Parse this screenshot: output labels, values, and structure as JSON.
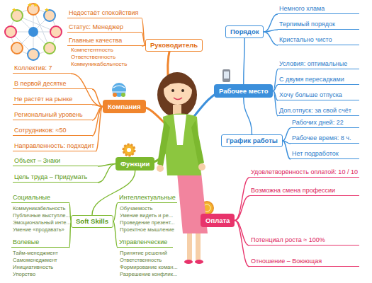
{
  "diagram": {
    "nodes": [
      {
        "text": [
          "Руководитель"
        ]
      },
      {
        "text": [
          "Недостаёт спокойствия"
        ]
      },
      {
        "text": [
          "Статус: Менеджер"
        ]
      },
      {
        "text": [
          "Главные качества"
        ]
      },
      {
        "text": [
          "Компания"
        ]
      },
      {
        "text": [
          "Коллектив: 7"
        ]
      },
      {
        "text": [
          "В первой десятке"
        ]
      },
      {
        "text": [
          "Не растёт на рынке"
        ]
      },
      {
        "text": [
          "Региональный уровень"
        ]
      },
      {
        "text": [
          "Сотрудников: ≈50"
        ]
      },
      {
        "text": [
          "Направленность: подходит"
        ]
      },
      {
        "text": [
          "Функции"
        ]
      },
      {
        "text": [
          "Объект – Знаки"
        ]
      },
      {
        "text": [
          "Цель труда – Придумать"
        ]
      },
      {
        "text": [
          "Soft Skills"
        ]
      },
      {
        "text": [
          "Социальные"
        ]
      },
      {
        "text": [
          "Волевые"
        ]
      },
      {
        "text": [
          "Интеллектуальные"
        ]
      },
      {
        "text": [
          "Управленческие"
        ]
      },
      {
        "text": [
          "Рабочее место"
        ]
      },
      {
        "text": [
          "Порядок"
        ]
      },
      {
        "text": [
          "Немного хлама"
        ]
      },
      {
        "text": [
          "Терпимый порядок"
        ]
      },
      {
        "text": [
          "Кристально чисто"
        ]
      },
      {
        "text": [
          "Условия: оптимальные"
        ]
      },
      {
        "text": [
          "С двумя пересадками"
        ]
      },
      {
        "text": [
          "Хочу больше отпуска"
        ]
      },
      {
        "text": [
          "Доп.отпуск: за свой счёт"
        ]
      },
      {
        "text": [
          "График работы"
        ]
      },
      {
        "text": [
          "Рабочих дней: 22"
        ]
      },
      {
        "text": [
          "Рабочее время: 8 ч."
        ]
      },
      {
        "text": [
          "Нет подработок"
        ]
      },
      {
        "text": [
          "Оплата"
        ]
      },
      {
        "text": [
          "Удовлетворённость оплатой: 10 / 10"
        ]
      },
      {
        "text": [
          "Возможна смена профессии"
        ]
      },
      {
        "text": [
          "Потенциал роста ≈ 100%"
        ]
      },
      {
        "text": [
          "Отношение – Воюющая"
        ]
      }
    ],
    "edges": [
      {
        "from": 0,
        "to": 1,
        "arrow": "none"
      },
      {
        "from": 0,
        "to": 2,
        "arrow": "none"
      },
      {
        "from": 0,
        "to": 3,
        "arrow": "none"
      },
      {
        "from": 4,
        "to": 5,
        "arrow": "none"
      },
      {
        "from": 4,
        "to": 6,
        "arrow": "none"
      },
      {
        "from": 4,
        "to": 7,
        "arrow": "none"
      },
      {
        "from": 4,
        "to": 8,
        "arrow": "none"
      },
      {
        "from": 4,
        "to": 9,
        "arrow": "none"
      },
      {
        "from": 4,
        "to": 10,
        "arrow": "none"
      },
      {
        "from": 11,
        "to": 12,
        "arrow": "none"
      },
      {
        "from": 11,
        "to": 13,
        "arrow": "none"
      },
      {
        "from": 11,
        "to": 14,
        "arrow": "none"
      },
      {
        "from": 14,
        "to": 15,
        "arrow": "none"
      },
      {
        "from": 14,
        "to": 16,
        "arrow": "none"
      },
      {
        "from": 14,
        "to": 17,
        "arrow": "none"
      },
      {
        "from": 14,
        "to": 18,
        "arrow": "none"
      },
      {
        "from": 19,
        "to": 20,
        "arrow": "none"
      },
      {
        "from": 20,
        "to": 21,
        "arrow": "none"
      },
      {
        "from": 20,
        "to": 22,
        "arrow": "none"
      },
      {
        "from": 20,
        "to": 23,
        "arrow": "none"
      },
      {
        "from": 19,
        "to": 24,
        "arrow": "none"
      },
      {
        "from": 19,
        "to": 25,
        "arrow": "none"
      },
      {
        "from": 19,
        "to": 26,
        "arrow": "none"
      },
      {
        "from": 19,
        "to": 27,
        "arrow": "none"
      },
      {
        "from": 19,
        "to": 28,
        "arrow": "none"
      },
      {
        "from": 28,
        "to": 29,
        "arrow": "none"
      },
      {
        "from": 28,
        "to": 30,
        "arrow": "none"
      },
      {
        "from": 28,
        "to": 31,
        "arrow": "none"
      },
      {
        "from": 32,
        "to": 33,
        "arrow": "none"
      },
      {
        "from": 32,
        "to": 34,
        "arrow": "none"
      },
      {
        "from": 32,
        "to": 35,
        "arrow": "none"
      },
      {
        "from": 32,
        "to": 36,
        "arrow": "none"
      }
    ],
    "labels": [
      "Компетентность",
      "Ответственность",
      "Коммуникабельность",
      "Коммуникабельность",
      "Публичные выступле...",
      "Эмоциональный инте...",
      "Умение «продавать»",
      "Тайм-менеджмент",
      "Самоменеджмент",
      "Инициативность",
      "Упорство",
      "Обучаемость",
      "Умение видеть и ре...",
      "Проведение презент...",
      "Проектное мышление",
      "Принятие решений",
      "Ответственность",
      "Формирование коман...",
      "Разрешение конфлик..."
    ]
  }
}
